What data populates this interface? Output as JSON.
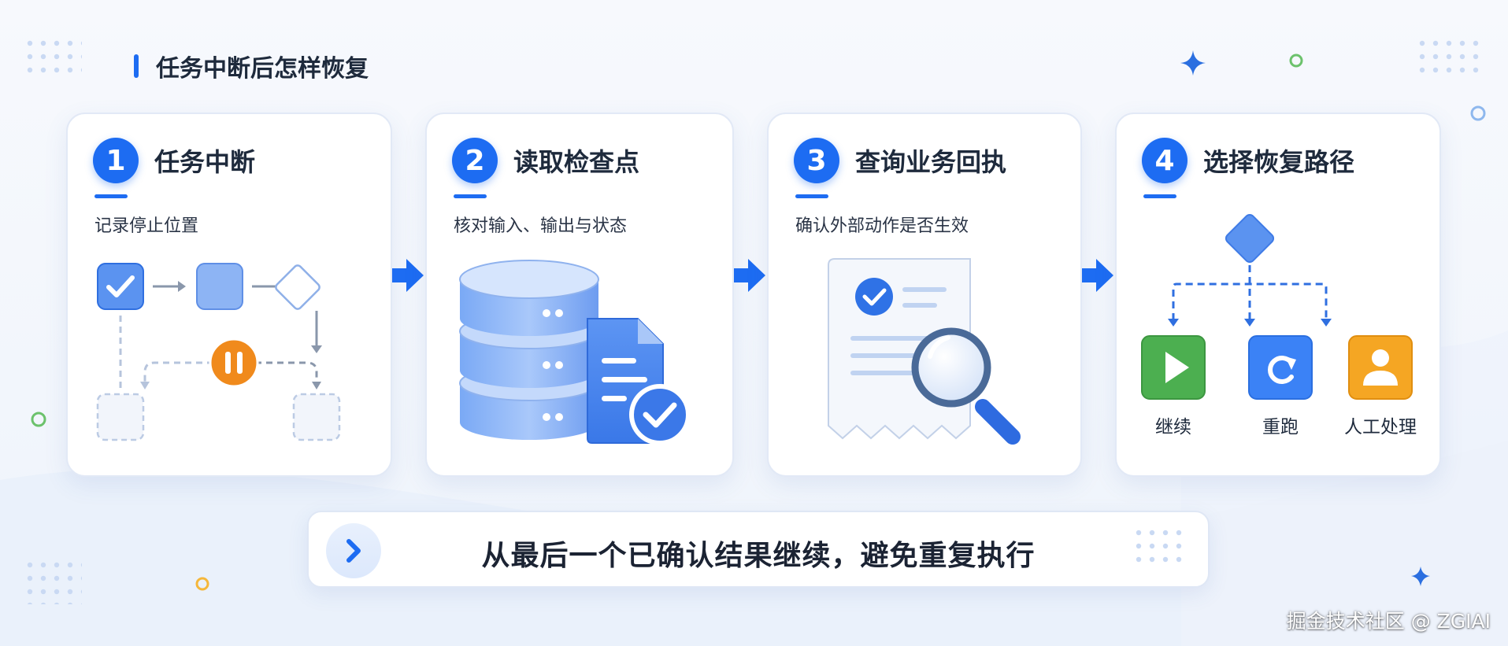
{
  "page": {
    "title": "任务中断后怎样恢复"
  },
  "steps": [
    {
      "number": "1",
      "title": "任务中断",
      "subtitle": "记录停止位置"
    },
    {
      "number": "2",
      "title": "读取检查点",
      "subtitle": "核对输入、输出与状态"
    },
    {
      "number": "3",
      "title": "查询业务回执",
      "subtitle": "确认外部动作是否生效"
    },
    {
      "number": "4",
      "title": "选择恢复路径",
      "subtitle": "",
      "options": [
        {
          "label": "继续",
          "icon": "play-icon",
          "color": "#4caf50"
        },
        {
          "label": "重跑",
          "icon": "refresh-icon",
          "color": "#3b82f6"
        },
        {
          "label": "人工处理",
          "icon": "person-icon",
          "color": "#f5a623"
        }
      ]
    }
  ],
  "banner": {
    "text": "从最后一个已确认结果继续，避免重复执行"
  },
  "watermark": "掘金技术社区 @ ZGIAI",
  "colors": {
    "accent": "#1d6cf2",
    "pause": "#f08a1c",
    "success": "#4caf50",
    "warning": "#f5a623"
  }
}
